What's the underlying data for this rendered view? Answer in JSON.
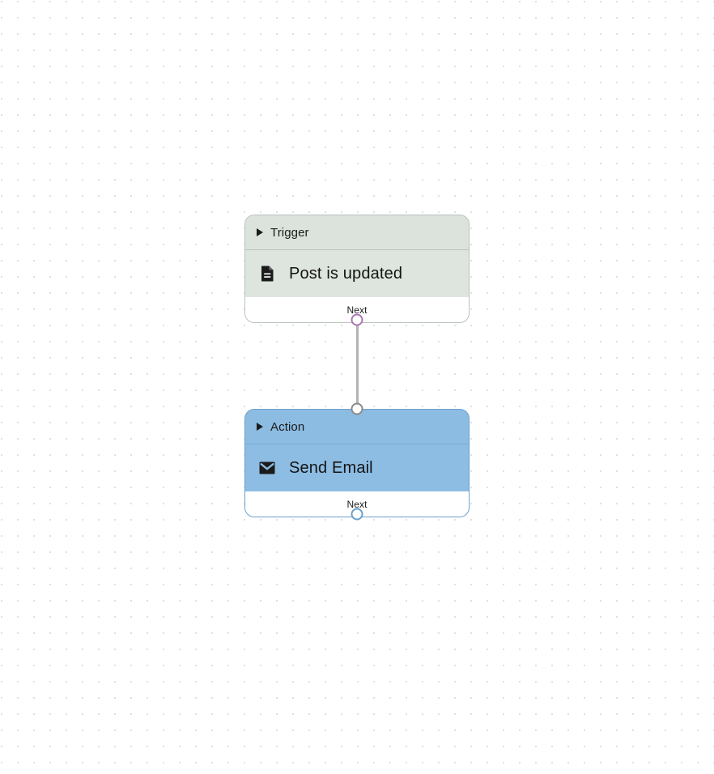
{
  "canvas": {
    "background_color": "#ffffff",
    "dot_color": "#e0e0e0",
    "dot_spacing": 20
  },
  "edge": {
    "color": "#b3b3b3",
    "width": 3,
    "from": "trigger-next-handle",
    "to": "action-target-handle"
  },
  "nodes": [
    {
      "id": "trigger",
      "header_label": "Trigger",
      "body_label": "Post is updated",
      "footer_label": "Next",
      "icon": "document-icon",
      "collapsed": true,
      "colors": {
        "header": "#dbe3dc",
        "body": "#dde5de",
        "border": "#b9c2bc",
        "footer": "#ffffff",
        "handle_border": "#a878b0"
      }
    },
    {
      "id": "action",
      "header_label": "Action",
      "body_label": "Send Email",
      "footer_label": "Next",
      "icon": "envelope-icon",
      "collapsed": true,
      "colors": {
        "header": "#8cbce2",
        "body": "#8dbde3",
        "border": "#6d9fcc",
        "footer": "#ffffff",
        "handle_border": "#6d9fcc"
      }
    }
  ]
}
